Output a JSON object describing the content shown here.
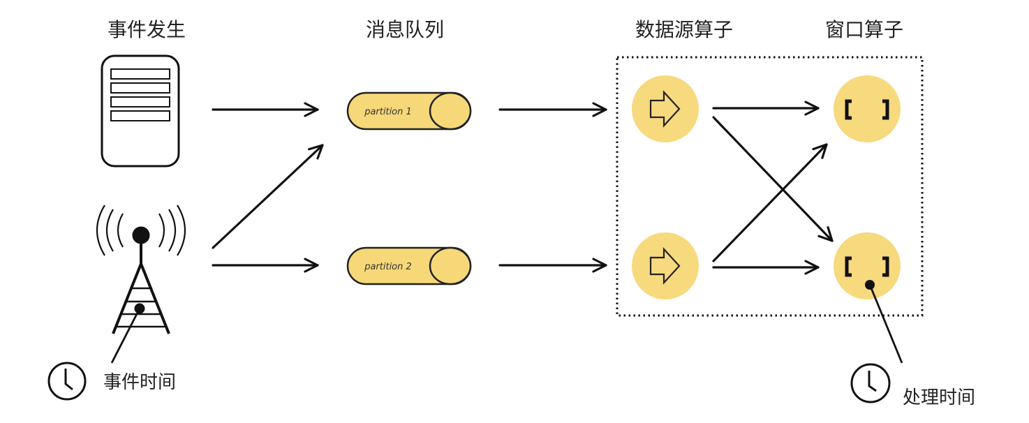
{
  "titles": {
    "event_occurrence": "事件发生",
    "message_queue": "消息队列",
    "source_operator": "数据源算子",
    "window_operator": "窗口算子"
  },
  "partitions": [
    {
      "label": "partition 1"
    },
    {
      "label": "partition 2"
    }
  ],
  "annotations": {
    "event_time": "事件时间",
    "processing_time": "处理时间"
  },
  "icons": {
    "server": "server-icon",
    "antenna": "antenna-tower-icon",
    "source": "arrow-right-outline-icon",
    "window": "bracket-window-icon",
    "clock": "clock-icon"
  },
  "colors": {
    "node_fill": "#f7d97e",
    "partition_fill": "#f6d878",
    "stroke": "#111111"
  }
}
